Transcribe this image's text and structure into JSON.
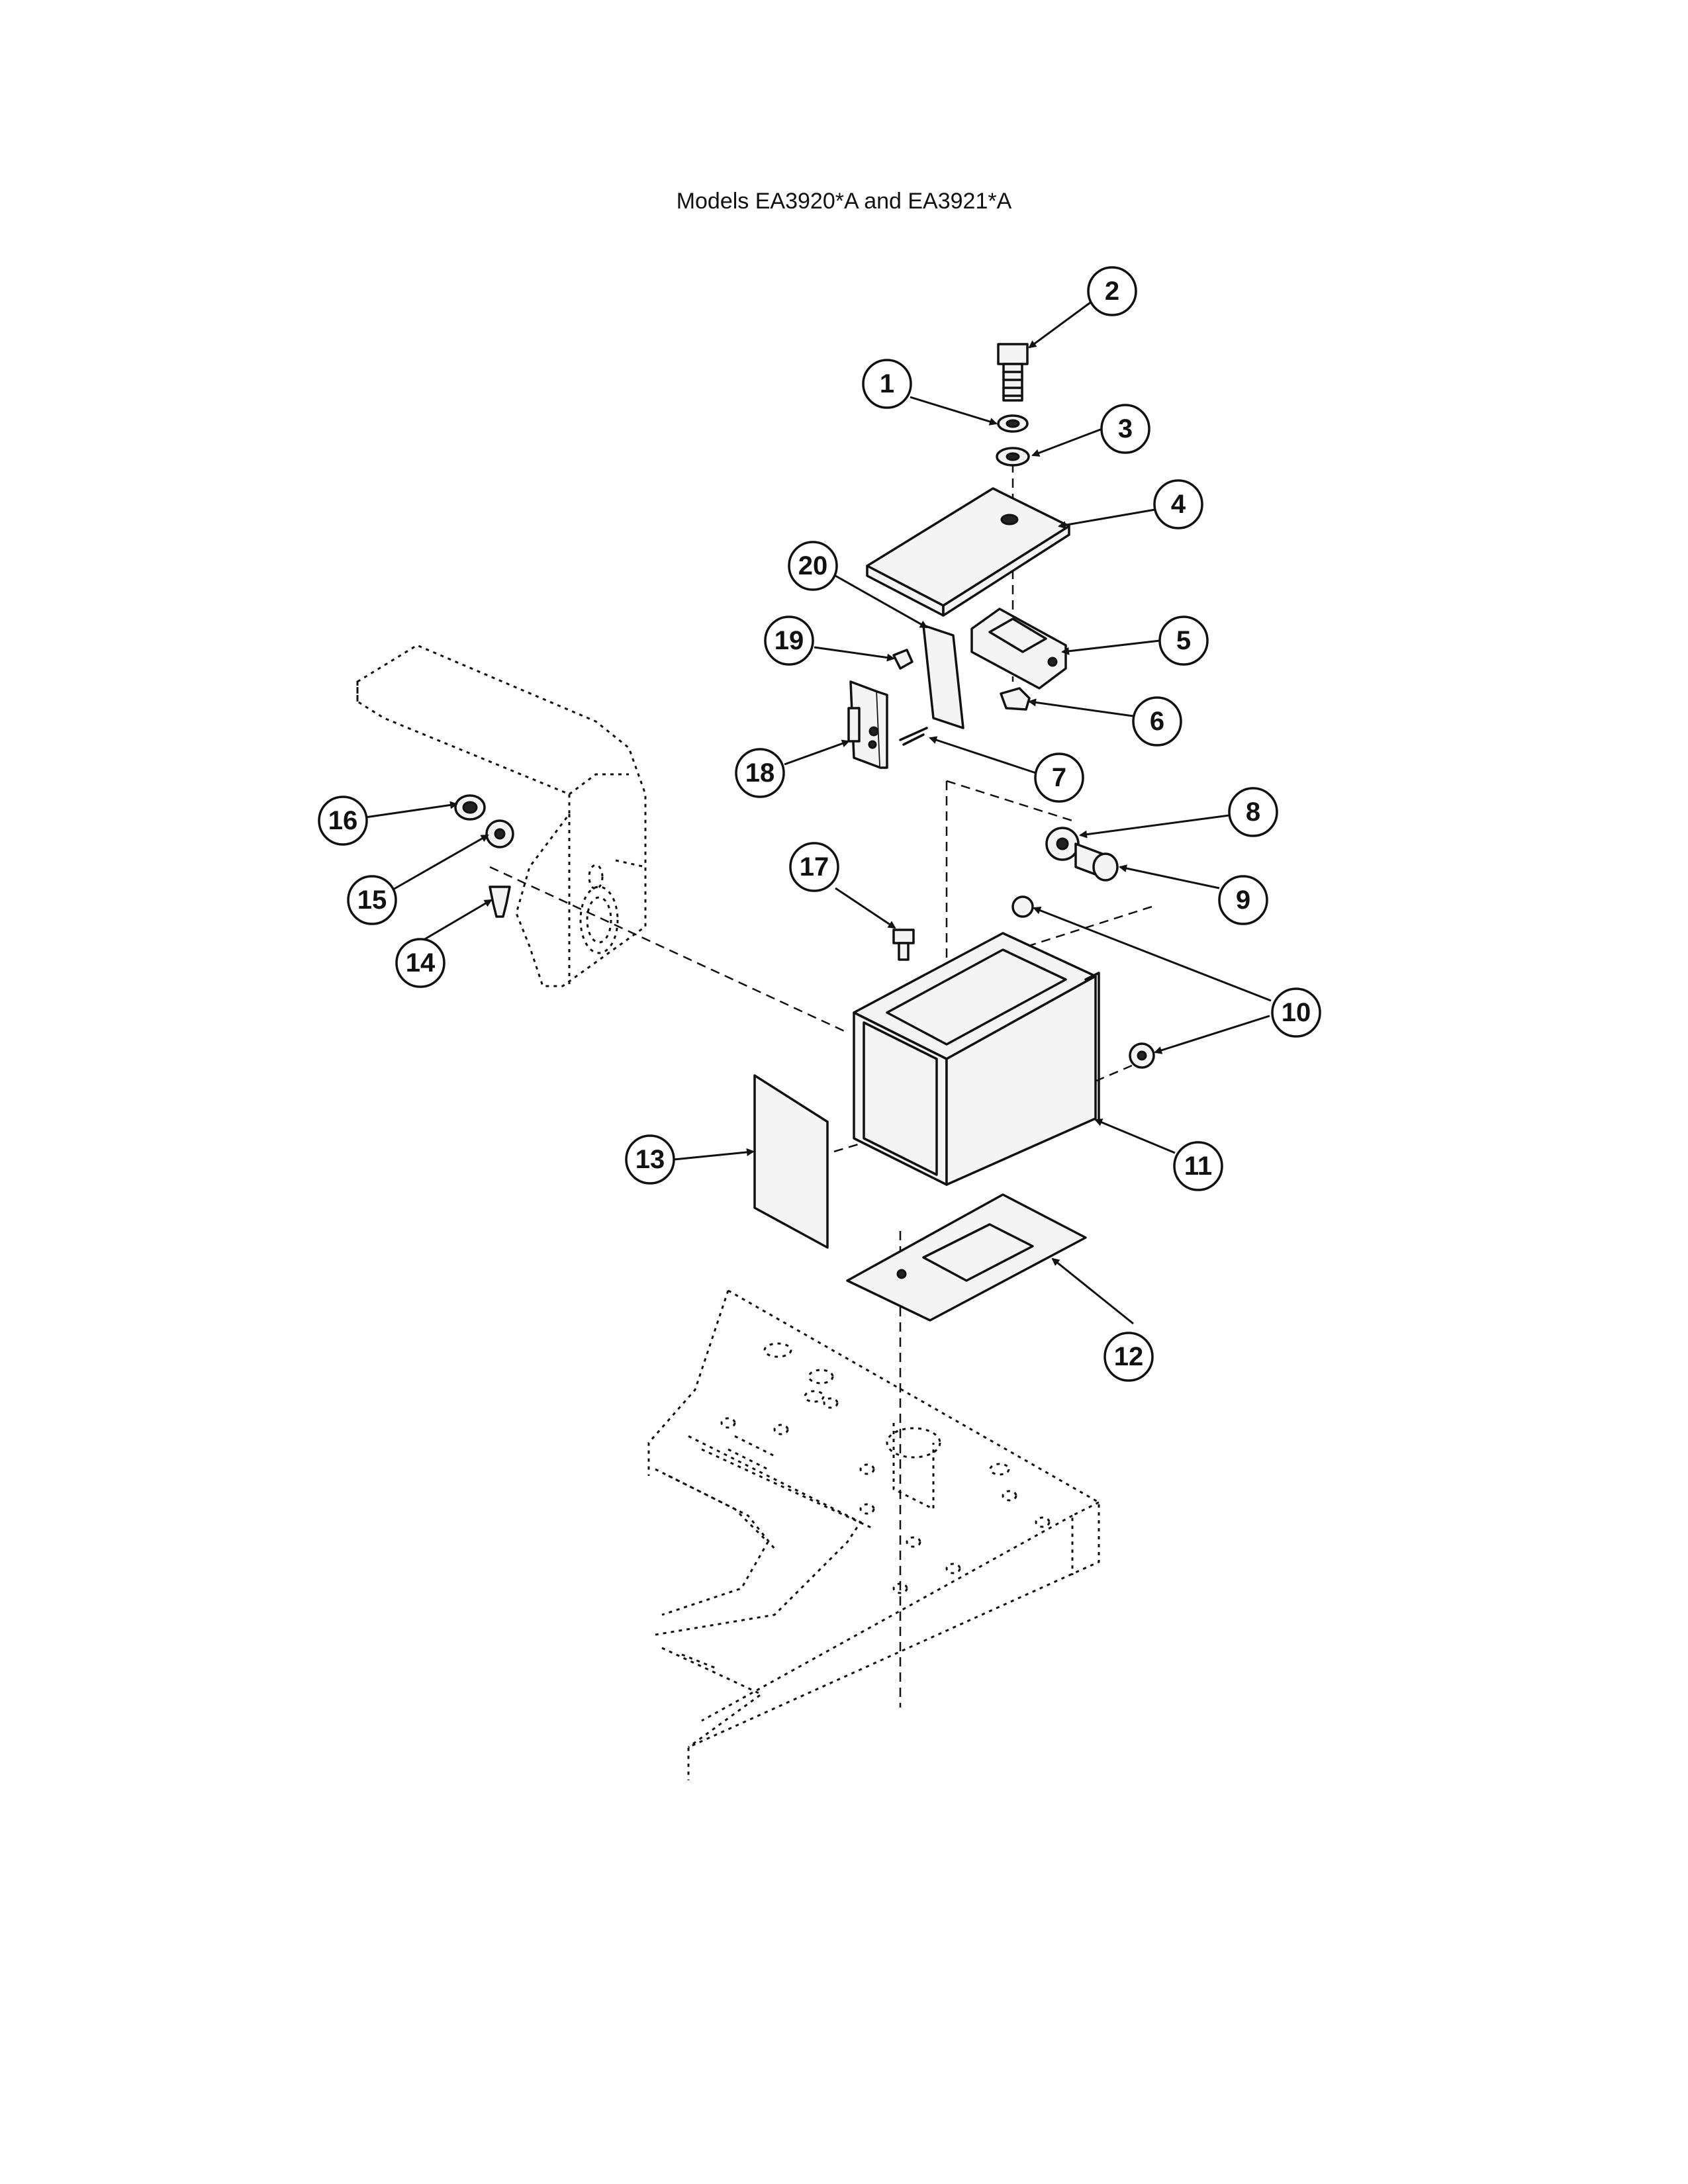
{
  "title": "Models EA3920*A and EA3921*A",
  "callouts": [
    "1",
    "2",
    "3",
    "4",
    "5",
    "6",
    "7",
    "8",
    "9",
    "10",
    "11",
    "12",
    "13",
    "14",
    "15",
    "16",
    "17",
    "18",
    "19",
    "20"
  ]
}
